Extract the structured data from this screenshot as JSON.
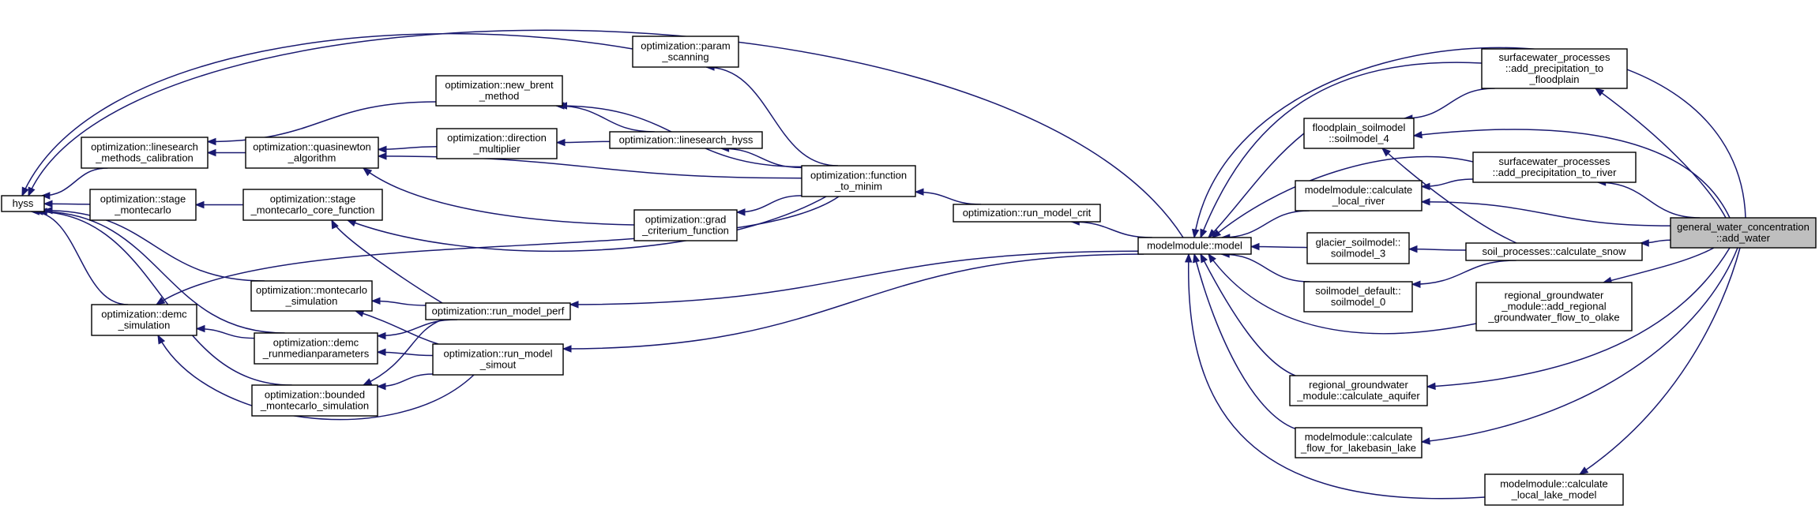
{
  "graph": {
    "title": "",
    "colors": {
      "edge": "#191970",
      "node_border": "#000000",
      "node_fill": "#ffffff",
      "root_fill": "#bfbfbf"
    },
    "nodes": {
      "hyss": [
        "hyss"
      ],
      "ls_calib": [
        "optimization::linesearch",
        "_methods_calibration"
      ],
      "stage_mc": [
        "optimization::stage",
        "_montecarlo"
      ],
      "demc_sim": [
        "optimization::demc",
        "_simulation"
      ],
      "param_scan": [
        "optimization::param",
        "_scanning"
      ],
      "new_brent": [
        "optimization::new_brent",
        "_method"
      ],
      "quasinewton": [
        "optimization::quasinewton",
        "_algorithm"
      ],
      "direction": [
        "optimization::direction",
        "_multiplier"
      ],
      "ls_hyss": [
        "optimization::linesearch_hyss"
      ],
      "stage_mc_core": [
        "optimization::stage",
        "_montecarlo_core_function"
      ],
      "grad_crit": [
        "optimization::grad",
        "_criterium_function"
      ],
      "mc_sim": [
        "optimization::montecarlo",
        "_simulation"
      ],
      "demc_runmed": [
        "optimization::demc",
        "_runmedianparameters"
      ],
      "bounded_mc": [
        "optimization::bounded",
        "_montecarlo_simulation"
      ],
      "func_minim": [
        "optimization::function",
        "_to_minim"
      ],
      "run_perf": [
        "optimization::run_model_perf"
      ],
      "run_simout": [
        "optimization::run_model",
        "_simout"
      ],
      "run_crit": [
        "optimization::run_model_crit"
      ],
      "model": [
        "modelmodule::model"
      ],
      "floodplain": [
        "floodplain_soilmodel",
        "::soilmodel_4"
      ],
      "calc_local_river": [
        "modelmodule::calculate",
        "_local_river"
      ],
      "glacier": [
        "glacier_soilmodel::",
        "soilmodel_3"
      ],
      "soil_default": [
        "soilmodel_default::",
        "soilmodel_0"
      ],
      "calc_aquifer": [
        "regional_groundwater",
        "_module::calculate_aquifer"
      ],
      "calc_flow_lake": [
        "modelmodule::calculate",
        "_flow_for_lakebasin_lake"
      ],
      "sw_floodplain": [
        "surfacewater_processes",
        "::add_precipitation_to",
        "_floodplain"
      ],
      "sw_river": [
        "surfacewater_processes",
        "::add_precipitation_to_river"
      ],
      "calc_snow": [
        "soil_processes::calculate_snow"
      ],
      "regional_olake": [
        "regional_groundwater",
        "_module::add_regional",
        "_groundwater_flow_to_olake"
      ],
      "calc_local_lake": [
        "modelmodule::calculate",
        "_local_lake_model"
      ],
      "add_water": [
        "general_water_concentration",
        "::add_water"
      ]
    },
    "edges": [
      [
        "hyss",
        "ls_calib"
      ],
      [
        "hyss",
        "stage_mc"
      ],
      [
        "hyss",
        "demc_sim"
      ],
      [
        "hyss",
        "param_scan"
      ],
      [
        "hyss",
        "model"
      ],
      [
        "hyss",
        "mc_sim"
      ],
      [
        "hyss",
        "demc_runmed"
      ],
      [
        "hyss",
        "bounded_mc"
      ],
      [
        "ls_calib",
        "quasinewton"
      ],
      [
        "ls_calib",
        "new_brent"
      ],
      [
        "quasinewton",
        "direction"
      ],
      [
        "quasinewton",
        "func_minim"
      ],
      [
        "quasinewton",
        "grad_crit"
      ],
      [
        "direction",
        "ls_hyss"
      ],
      [
        "new_brent",
        "ls_hyss"
      ],
      [
        "new_brent",
        "func_minim"
      ],
      [
        "ls_hyss",
        "func_minim"
      ],
      [
        "param_scan",
        "func_minim"
      ],
      [
        "grad_crit",
        "func_minim"
      ],
      [
        "stage_mc",
        "stage_mc_core"
      ],
      [
        "stage_mc_core",
        "func_minim"
      ],
      [
        "stage_mc_core",
        "run_perf"
      ],
      [
        "demc_sim",
        "func_minim"
      ],
      [
        "demc_sim",
        "demc_runmed"
      ],
      [
        "demc_sim",
        "run_simout"
      ],
      [
        "mc_sim",
        "run_perf"
      ],
      [
        "mc_sim",
        "run_simout"
      ],
      [
        "demc_runmed",
        "run_perf"
      ],
      [
        "demc_runmed",
        "run_simout"
      ],
      [
        "bounded_mc",
        "run_perf"
      ],
      [
        "bounded_mc",
        "run_simout"
      ],
      [
        "func_minim",
        "run_crit"
      ],
      [
        "run_crit",
        "model"
      ],
      [
        "run_perf",
        "model"
      ],
      [
        "run_simout",
        "model"
      ],
      [
        "model",
        "floodplain"
      ],
      [
        "model",
        "calc_local_river"
      ],
      [
        "model",
        "glacier"
      ],
      [
        "model",
        "soil_default"
      ],
      [
        "model",
        "calc_aquifer"
      ],
      [
        "model",
        "calc_flow_lake"
      ],
      [
        "model",
        "sw_floodplain"
      ],
      [
        "model",
        "sw_river"
      ],
      [
        "model",
        "regional_olake"
      ],
      [
        "model",
        "calc_local_lake"
      ],
      [
        "model",
        "add_water"
      ],
      [
        "floodplain",
        "sw_floodplain"
      ],
      [
        "floodplain",
        "calc_snow"
      ],
      [
        "floodplain",
        "add_water"
      ],
      [
        "calc_local_river",
        "sw_river"
      ],
      [
        "calc_local_river",
        "add_water"
      ],
      [
        "glacier",
        "calc_snow"
      ],
      [
        "soil_default",
        "calc_snow"
      ],
      [
        "calc_aquifer",
        "add_water"
      ],
      [
        "calc_flow_lake",
        "add_water"
      ],
      [
        "sw_floodplain",
        "add_water"
      ],
      [
        "sw_river",
        "add_water"
      ],
      [
        "calc_snow",
        "add_water"
      ],
      [
        "regional_olake",
        "add_water"
      ],
      [
        "calc_local_lake",
        "add_water"
      ]
    ]
  }
}
